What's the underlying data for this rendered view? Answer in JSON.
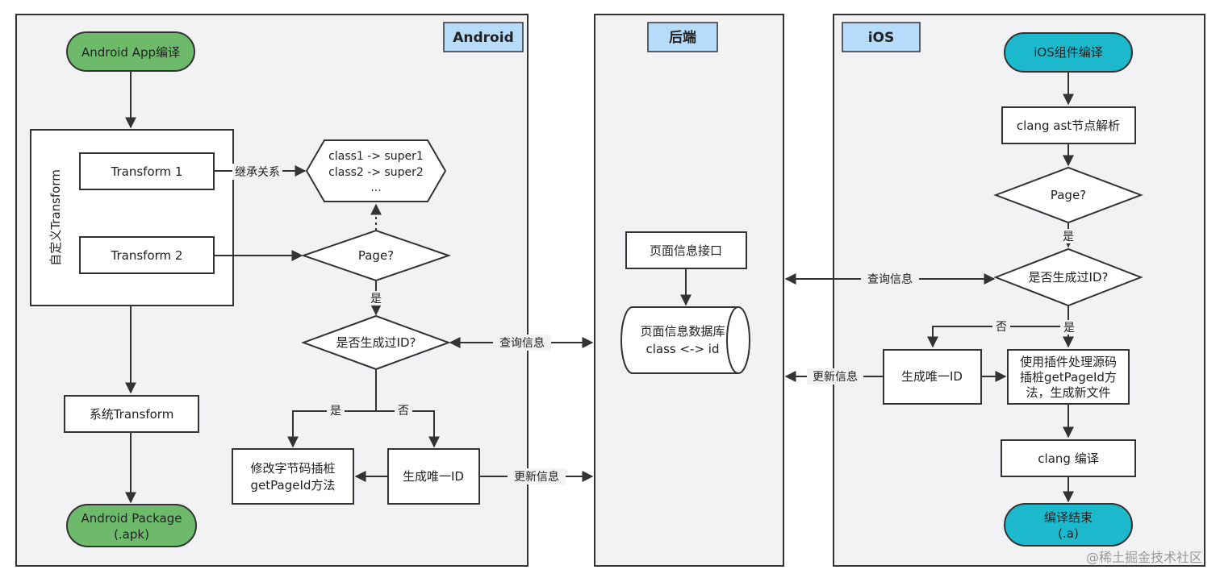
{
  "lanes": {
    "android": "Android",
    "backend": "后端",
    "ios": "iOS"
  },
  "android": {
    "app_compile": "Android App编译",
    "custom_transform": "自定义Transform",
    "transform1": "Transform 1",
    "transform2": "Transform 2",
    "inherit_label": "继承关系",
    "class_map": [
      "class1 -> super1",
      "class2 -> super2",
      "..."
    ],
    "page_q": "Page?",
    "yes1": "是",
    "id_q": "是否生成过ID?",
    "yes2": "是",
    "no": "否",
    "modify": [
      "修改字节码插桩",
      "getPageId方法"
    ],
    "gen_id": "生成唯一ID",
    "system_transform": "系统Transform",
    "package": [
      "Android Package",
      "(.apk)"
    ],
    "query_info": "查询信息",
    "update_info": "更新信息"
  },
  "backend": {
    "api": "页面信息接口",
    "db": [
      "页面信息数据库",
      "class <-> id"
    ]
  },
  "ios": {
    "compile": "iOS组件编译",
    "ast": "clang ast节点解析",
    "page_q": "Page?",
    "yes1": "是",
    "query_info": "查询信息",
    "id_q": "是否生成过ID?",
    "no": "否",
    "yes2": "是",
    "update_info": "更新信息",
    "gen_id": "生成唯一ID",
    "plugin": [
      "使用插件处理源码",
      "插桩getPageId方",
      "法，生成新文件"
    ],
    "clang_compile": "clang 编译",
    "end": [
      "编译结束",
      "(.a)"
    ]
  },
  "watermark": "@稀土掘金技术社区",
  "colors": {
    "android_terminal": "#6dbb6a",
    "ios_terminal": "#1cb8cc",
    "lane_badge": "#b7dcfb",
    "lane_bg": "#f2f2f4"
  }
}
